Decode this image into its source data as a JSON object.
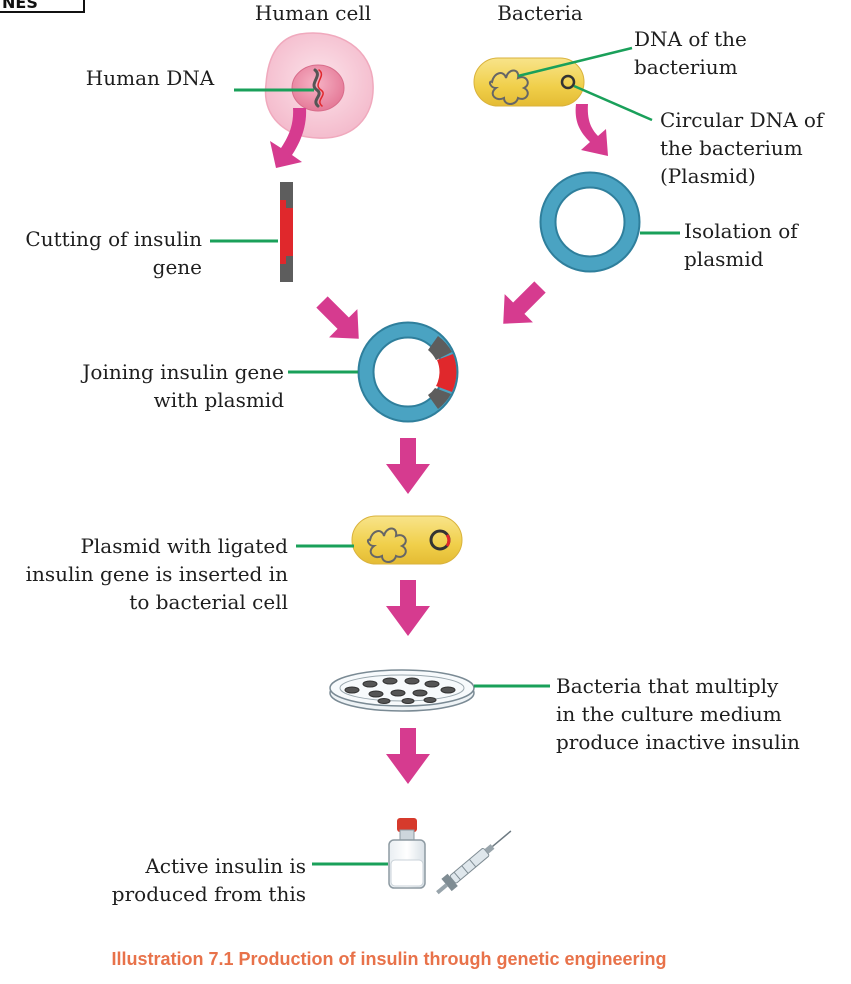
{
  "corner_fragment": "NES",
  "headers": {
    "human_cell": "Human cell",
    "bacteria": "Bacteria"
  },
  "labels": {
    "human_dna": "Human DNA",
    "dna_of_bacterium": [
      "DNA of the",
      "bacterium"
    ],
    "circular_dna": [
      "Circular DNA of",
      "the bacterium",
      "(Plasmid)"
    ],
    "cutting_insulin_gene": [
      "Cutting of insulin",
      "gene"
    ],
    "isolation_of_plasmid": [
      "Isolation of",
      "plasmid"
    ],
    "joining_insulin_gene": [
      "Joining insulin gene",
      "with plasmid"
    ],
    "plasmid_inserted": [
      "Plasmid with ligated",
      "insulin gene is inserted in",
      "to bacterial cell"
    ],
    "bacteria_multiply": [
      "Bacteria that multiply",
      "in the culture medium",
      "produce inactive insulin"
    ],
    "active_insulin": [
      "Active insulin is",
      "produced from this"
    ]
  },
  "caption": "Illustration 7.1  Production of insulin through genetic engineering",
  "colors": {
    "arrow": "#d63b8f",
    "leader_line": "#1aa05a",
    "plasmid": "#4aa3c2",
    "insulin_gene": "#e0282c",
    "gene_flank": "#5d5d5d",
    "cell_pink": "#f7c9d6",
    "nucleus": "#ee8fa8",
    "bacterium": "#f2d553",
    "caption": "#e8724a"
  }
}
